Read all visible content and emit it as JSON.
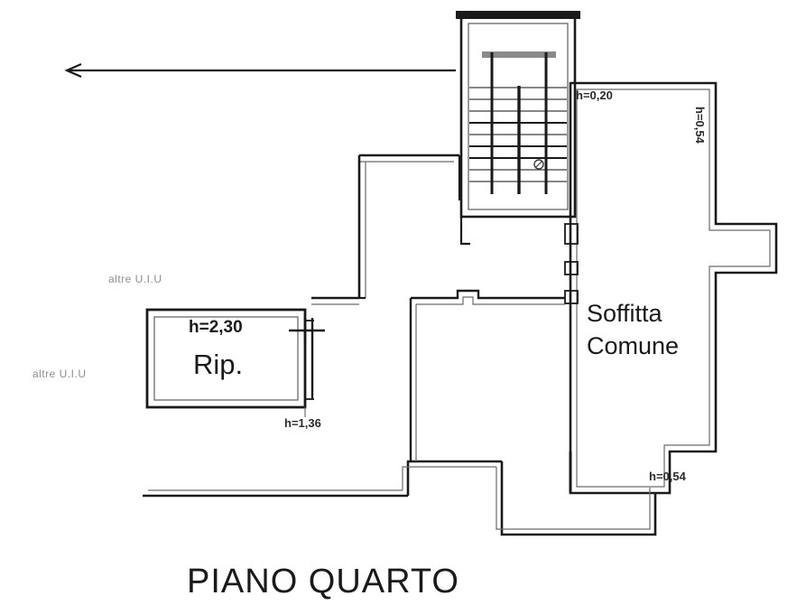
{
  "document": {
    "type": "architectural-floor-plan",
    "title": "PIANO QUARTO",
    "language": "it"
  },
  "colors": {
    "background": "#ffffff",
    "wall_line": "#1a1a1a",
    "thin_line": "#555555",
    "faint_text": "#8f8f8f",
    "text": "#1a1a1a"
  },
  "rooms": [
    {
      "id": "rip",
      "label": "Rip.",
      "height_label": "h=2,30"
    },
    {
      "id": "soffitta-comune",
      "label_line1": "Soffitta",
      "label_line2": "Comune"
    }
  ],
  "annotations": {
    "h_top_right": "h=0,20",
    "h_right_vertical": "h=0,54",
    "h_bottom_right": "h=0,54",
    "h_below_rip": "h=1,36",
    "altre_uiu_upper": "altre U.I.U",
    "altre_uiu_lower": "altre U.I.U"
  },
  "footer": {
    "caption": "PIANO QUARTO"
  }
}
